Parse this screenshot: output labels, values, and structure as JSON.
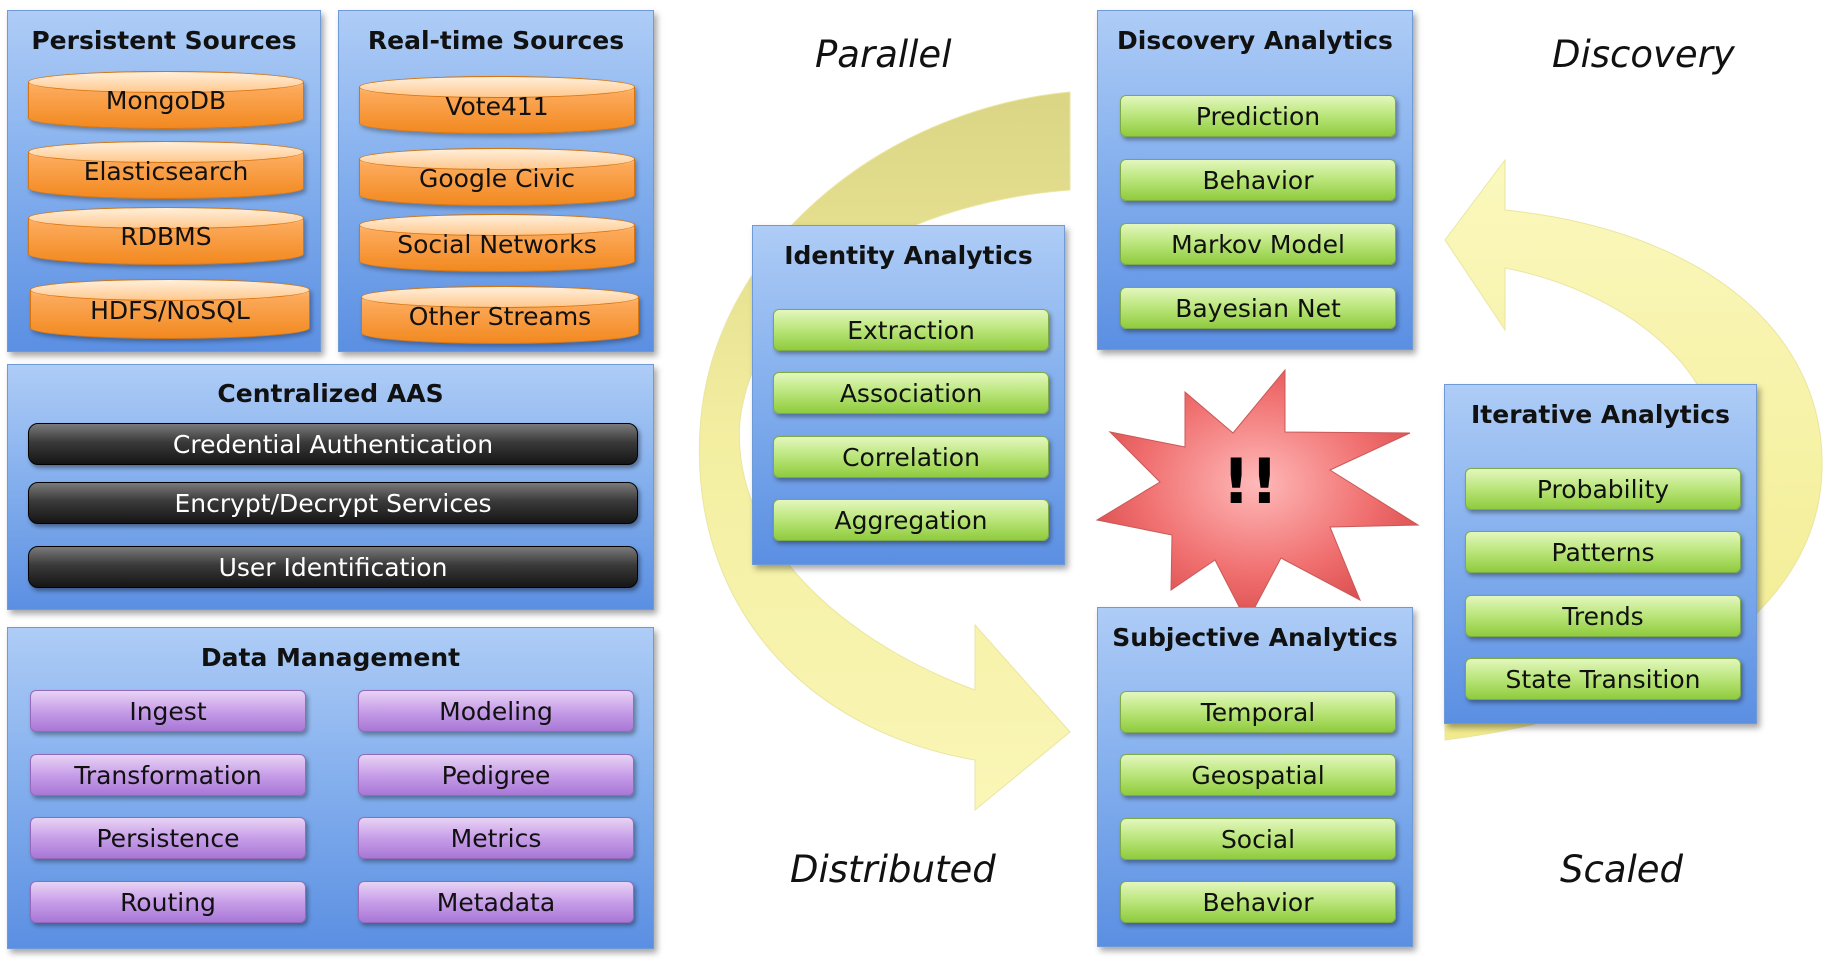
{
  "persistent_sources": {
    "title": "Persistent Sources",
    "items": [
      "MongoDB",
      "Elasticsearch",
      "RDBMS",
      "HDFS/NoSQL"
    ]
  },
  "realtime_sources": {
    "title": "Real-time Sources",
    "items": [
      "Vote411",
      "Google Civic",
      "Social Networks",
      "Other Streams"
    ]
  },
  "centralized_aas": {
    "title": "Centralized AAS",
    "items": [
      "Credential Authentication",
      "Encrypt/Decrypt Services",
      "User Identification"
    ]
  },
  "data_management": {
    "title": "Data Management",
    "items": [
      "Ingest",
      "Modeling",
      "Transformation",
      "Pedigree",
      "Persistence",
      "Metrics",
      "Routing",
      "Metadata"
    ]
  },
  "identity_analytics": {
    "title": "Identity Analytics",
    "items": [
      "Extraction",
      "Association",
      "Correlation",
      "Aggregation"
    ]
  },
  "discovery_analytics": {
    "title": "Discovery Analytics",
    "items": [
      "Prediction",
      "Behavior",
      "Markov Model",
      "Bayesian Net"
    ]
  },
  "iterative_analytics": {
    "title": "Iterative Analytics",
    "items": [
      "Probability",
      "Patterns",
      "Trends",
      "State Transition"
    ]
  },
  "subjective_analytics": {
    "title": "Subjective Analytics",
    "items": [
      "Temporal",
      "Geospatial",
      "Social",
      "Behavior"
    ]
  },
  "cycle_labels": {
    "parallel": "Parallel",
    "discovery": "Discovery",
    "distributed": "Distributed",
    "scaled": "Scaled"
  },
  "burst": {
    "text": "!!"
  },
  "colors": {
    "panel_blue": "#86b1ee",
    "item_green": "#b9e579",
    "item_orange": "#fca95a",
    "item_purple": "#c79ee8",
    "item_black": "#2a2a2a",
    "arrow_yellow": "#f6ef8c",
    "burst_red": "#ef6f6f"
  }
}
